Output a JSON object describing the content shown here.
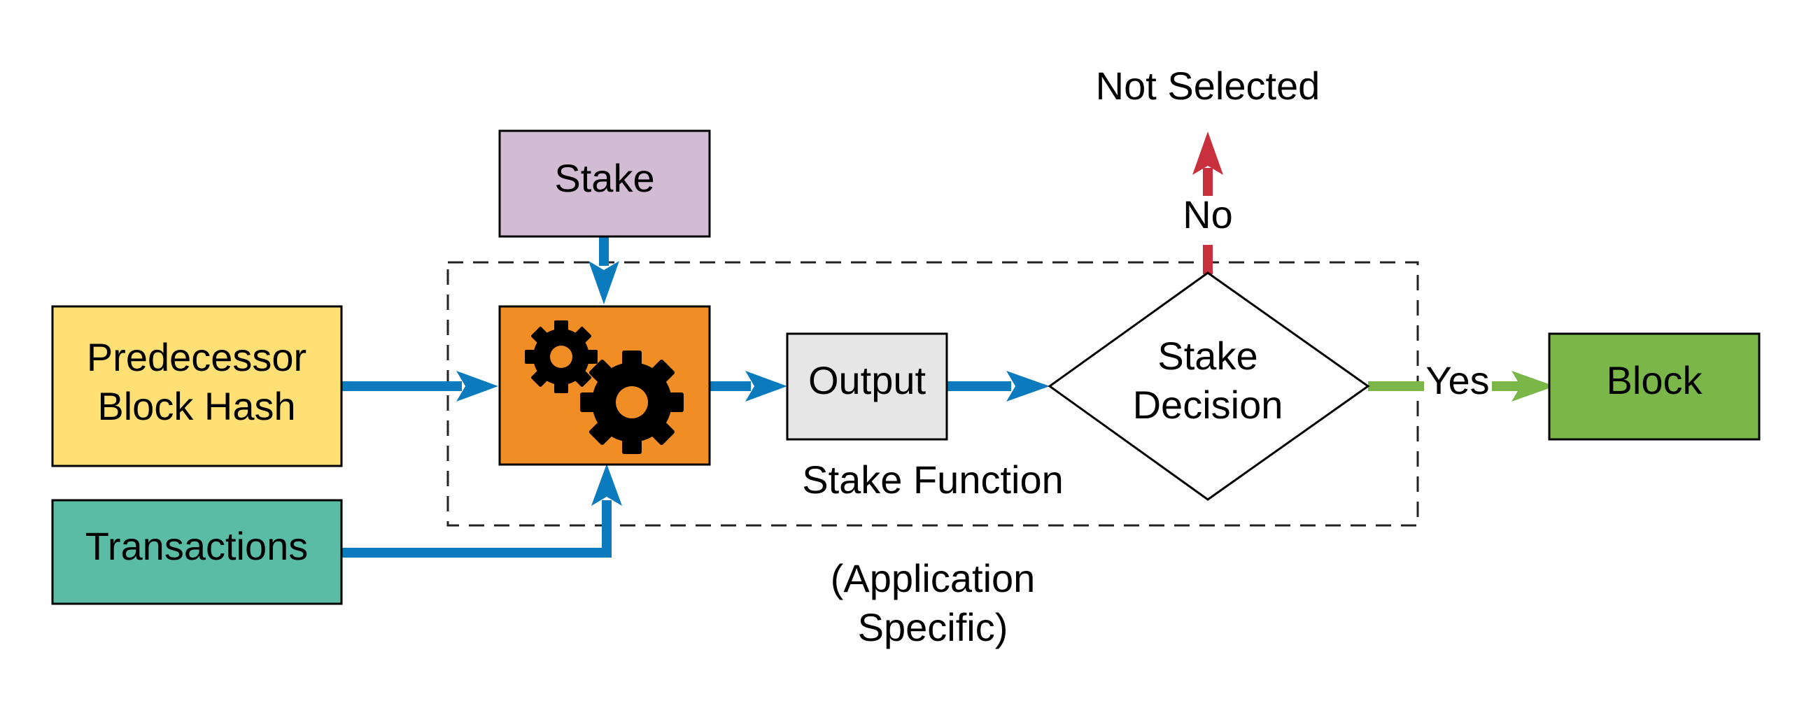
{
  "nodes": {
    "predecessor": {
      "line1": "Predecessor",
      "line2": "Block Hash",
      "fill": "#FFE074"
    },
    "transactions": {
      "label": "Transactions",
      "fill": "#5BBCA6"
    },
    "stake": {
      "label": "Stake",
      "fill": "#D2BCD3"
    },
    "stake_function_box": {
      "fill": "#F08D24",
      "icon": "gears-icon"
    },
    "output": {
      "label": "Output",
      "fill": "#E6E6E6"
    },
    "decision": {
      "line1": "Stake",
      "line2": "Decision"
    },
    "block": {
      "label": "Block",
      "fill": "#7AB648"
    }
  },
  "labels": {
    "stake_function": "Stake Function",
    "application_line1": "(Application",
    "application_line2": "Specific)",
    "not_selected": "Not Selected",
    "no": "No",
    "yes": "Yes"
  },
  "colors": {
    "flow": "#0B7BBE",
    "no_path": "#C8303D",
    "yes_path": "#7AB648"
  }
}
